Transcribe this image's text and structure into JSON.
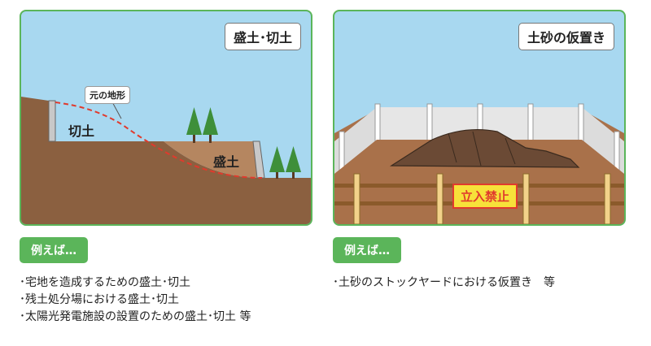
{
  "left_panel": {
    "title": "盛土･切土",
    "callout": "元の地形",
    "cut_label": "切土",
    "fill_label": "盛土"
  },
  "right_panel": {
    "title": "土砂の仮置き",
    "sign": "立入禁止"
  },
  "left_example": {
    "badge": "例えば…",
    "items": [
      "･宅地を造成するための盛土･切土",
      "･残土処分場における盛土･切土",
      "･太陽光発電施設の設置のための盛土･切土 等"
    ]
  },
  "right_example": {
    "badge": "例えば…",
    "items": [
      "･土砂のストックヤードにおける仮置き　等"
    ]
  },
  "colors": {
    "accent_green": "#5bb55a",
    "sky": "#a8d8f0",
    "soil": "#8b6040",
    "fill_soil": "#b58660",
    "sign_yellow": "#f7e13a",
    "sign_red": "#e03a2d"
  }
}
